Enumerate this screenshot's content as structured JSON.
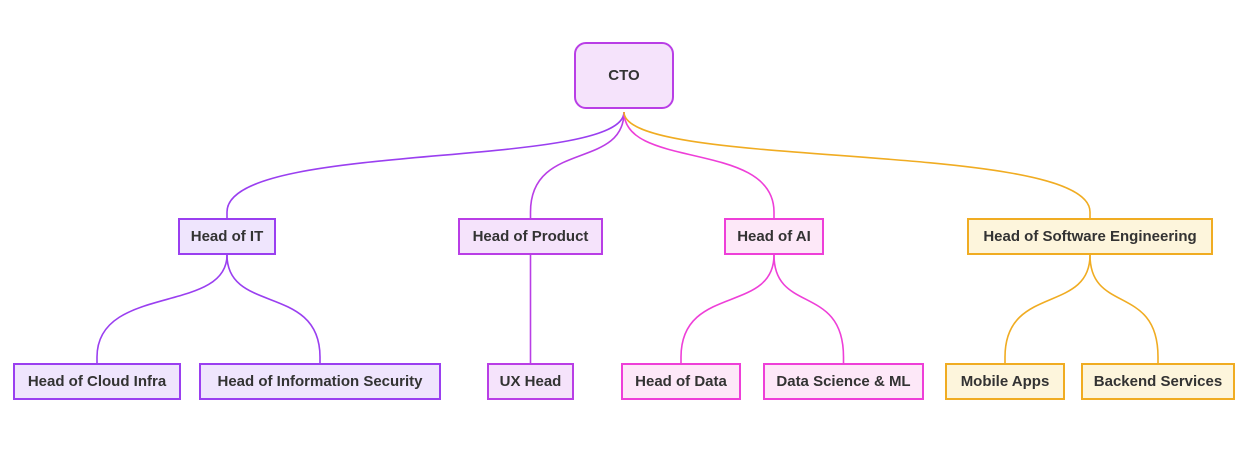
{
  "diagram": {
    "nodes": [
      {
        "id": "cto",
        "label": "CTO",
        "group": "violet"
      },
      {
        "id": "head-it",
        "label": "Head of IT",
        "group": "purple",
        "parent": "cto"
      },
      {
        "id": "head-product",
        "label": "Head of Product",
        "group": "violet",
        "parent": "cto"
      },
      {
        "id": "head-ai",
        "label": "Head of AI",
        "group": "pink",
        "parent": "cto"
      },
      {
        "id": "head-se",
        "label": "Head of Software Engineering",
        "group": "gold",
        "parent": "cto"
      },
      {
        "id": "head-cloud",
        "label": "Head of Cloud Infra",
        "group": "purple",
        "parent": "head-it"
      },
      {
        "id": "head-infosec",
        "label": "Head of Information Security",
        "group": "purple",
        "parent": "head-it"
      },
      {
        "id": "ux-head",
        "label": "UX Head",
        "group": "violet",
        "parent": "head-product"
      },
      {
        "id": "head-data",
        "label": "Head of Data",
        "group": "pink",
        "parent": "head-ai"
      },
      {
        "id": "ds-ml",
        "label": "Data Science & ML",
        "group": "pink",
        "parent": "head-ai"
      },
      {
        "id": "mobile-apps",
        "label": "Mobile Apps",
        "group": "gold",
        "parent": "head-se"
      },
      {
        "id": "backend-services",
        "label": "Backend Services",
        "group": "gold",
        "parent": "head-se"
      }
    ],
    "colors": {
      "purple": "#9a3ff0",
      "violet": "#b93ee6",
      "pink": "#ee3fd8",
      "gold": "#f0ac22"
    }
  }
}
